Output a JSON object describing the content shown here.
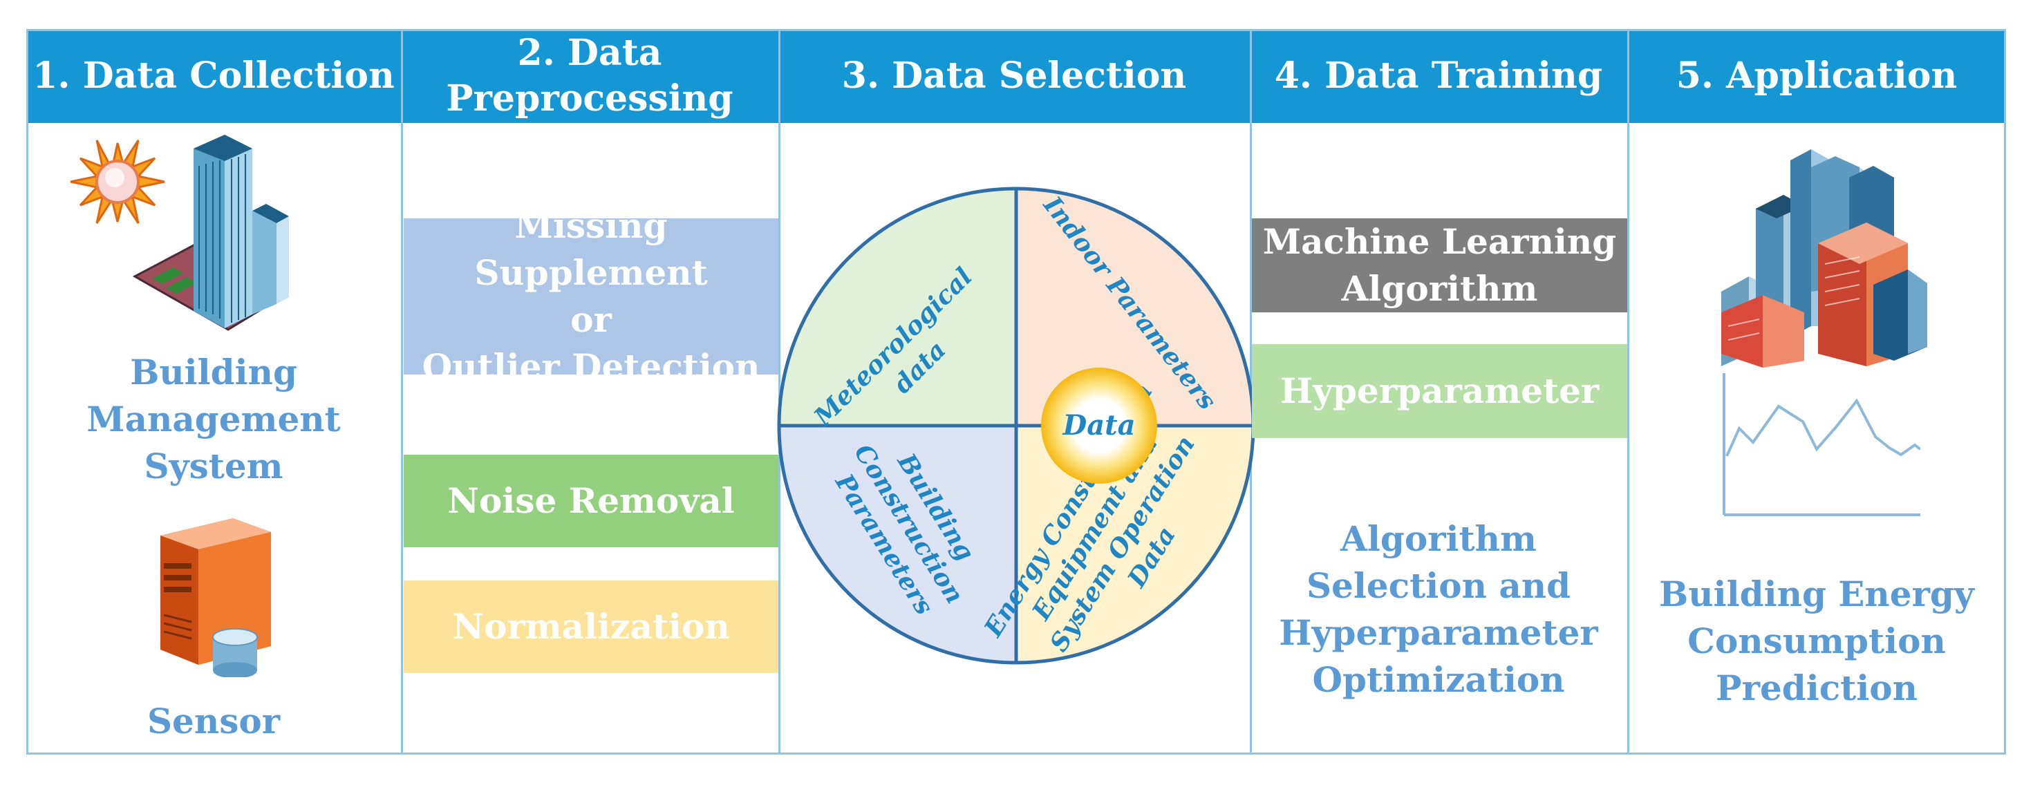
{
  "headers": [
    {
      "label": "1. Data Collection"
    },
    {
      "label": "2. Data\nPreprocessing"
    },
    {
      "label": "3. Data Selection"
    },
    {
      "label": "4. Data Training"
    },
    {
      "label": "5. Application"
    }
  ],
  "collection": {
    "bms_label": "Building\nManagement\nSystem",
    "sensor_label": "Sensor"
  },
  "preprocessing": {
    "missing_label": "Missing Supplement\nor\nOutlier Detection",
    "noise_label": "Noise Removal",
    "normalization_label": "Normalization"
  },
  "selection": {
    "center_label": "Data",
    "meteorological_line1": "Meteorological",
    "meteorological_line2": "data",
    "indoor_label": "Indoor Parameters",
    "construction_line1": "Building",
    "construction_line2": "Construction",
    "construction_line3": "Parameters",
    "energy_line1": "Energy Consumption",
    "energy_line2": "Equipment and",
    "energy_line3": "System Operation",
    "energy_line4": "Data"
  },
  "training": {
    "ml_label": "Machine Learning\nAlgorithm",
    "hyper_label": "Hyperparameter",
    "summary_label": "Algorithm\nSelection  and\nHyperparameter\nOptimization"
  },
  "application": {
    "prediction_label": "Building Energy\nConsumption\nPrediction"
  },
  "colors": {
    "header_blue": "#1597d5",
    "text_blue": "#5b9bd5",
    "missing_box": "#adc5e7",
    "noise_box": "#93d07e",
    "normalization_box": "#fde39a",
    "ml_box": "#7f7f7f",
    "hyper_box": "#b5dfa5",
    "quad_green": "#e1f0d9",
    "quad_orange": "#fde5d6",
    "quad_blue": "#dbe3f4",
    "quad_yellow": "#fff2cc"
  }
}
